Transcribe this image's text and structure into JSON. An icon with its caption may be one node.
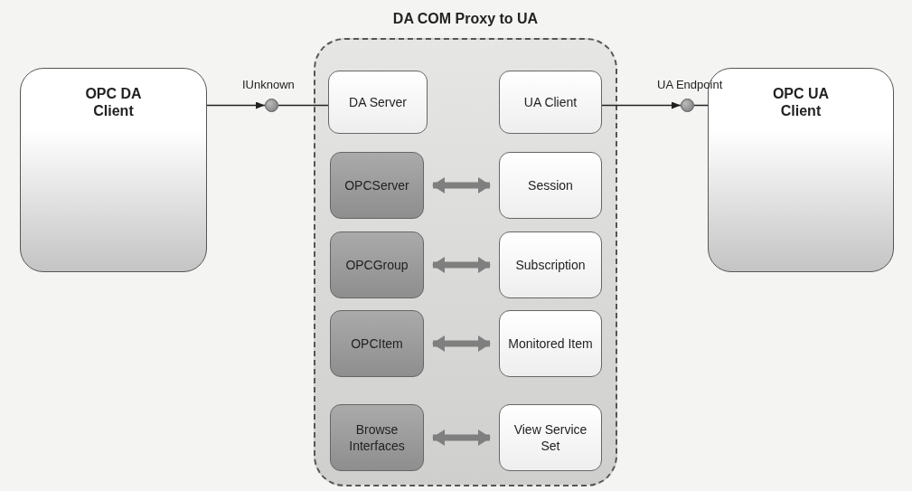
{
  "diagram": {
    "nodes": [
      {
        "text": [
          "DA COM Proxy to UA"
        ]
      },
      {
        "text": [
          "OPC DA Client"
        ]
      },
      {
        "text": [],
        "shape": "circle"
      },
      {
        "text": [
          "DA Server"
        ],
        "in": 0
      },
      {
        "text": [
          "UA Client"
        ],
        "in": 0
      },
      {
        "text": [],
        "shape": "circle"
      },
      {
        "text": [
          "OPC UA Client"
        ]
      },
      {
        "text": [
          "OPCServer"
        ],
        "in": 0
      },
      {
        "text": [
          "Session"
        ],
        "in": 0
      },
      {
        "text": [
          "OPCGroup"
        ],
        "in": 0
      },
      {
        "text": [
          "Subscription"
        ],
        "in": 0
      },
      {
        "text": [
          "OPCItem"
        ],
        "in": 0
      },
      {
        "text": [
          "Monitored Item"
        ],
        "in": 0
      },
      {
        "text": [
          "Browse Interfaces"
        ],
        "in": 0
      },
      {
        "text": [
          "View Service Set"
        ],
        "in": 0
      }
    ],
    "edges": [
      {
        "from": 1,
        "to": 2,
        "arrow": "to"
      },
      {
        "from": 2,
        "to": 3,
        "arrow": "none"
      },
      {
        "from": 4,
        "to": 5,
        "arrow": "to"
      },
      {
        "from": 5,
        "to": 6,
        "arrow": "none"
      },
      {
        "from": 7,
        "to": 8,
        "arrow": "both",
        "style": "thick",
        "color": "#7f7f7f"
      },
      {
        "from": 9,
        "to": 10,
        "arrow": "both",
        "style": "thick",
        "color": "#7f7f7f"
      },
      {
        "from": 11,
        "to": 12,
        "arrow": "both",
        "style": "thick",
        "color": "#7f7f7f"
      },
      {
        "from": 13,
        "to": 14,
        "arrow": "both",
        "style": "thick",
        "color": "#7f7f7f"
      }
    ],
    "labels": [
      "IUnknown",
      "UA Endpoint"
    ]
  }
}
